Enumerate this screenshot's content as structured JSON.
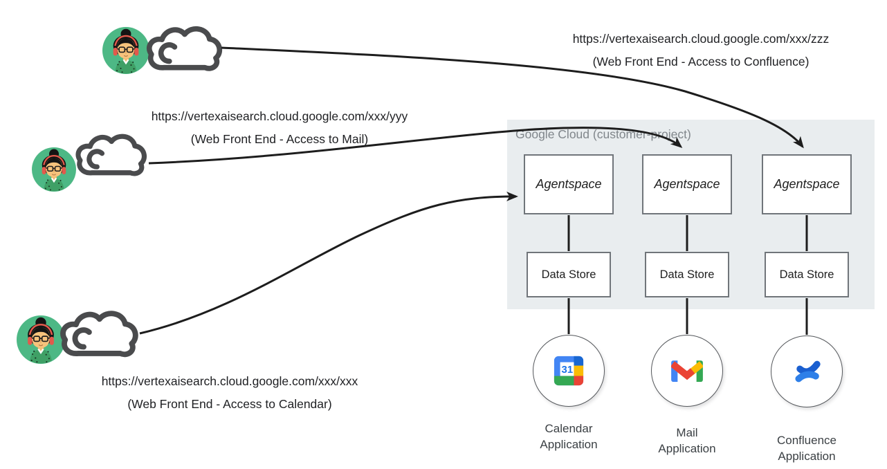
{
  "users": [
    {
      "id": "confluence-user",
      "url": "https://vertexaisearch.cloud.google.com/xxx/zzz",
      "caption": "(Web Front End - Access to Confluence)"
    },
    {
      "id": "mail-user",
      "url": "https://vertexaisearch.cloud.google.com/xxx/yyy",
      "caption": "(Web Front End - Access to Mail)"
    },
    {
      "id": "calendar-user",
      "url": "https://vertexaisearch.cloud.google.com/xxx/xxx",
      "caption": "(Web Front End - Access to Calendar)"
    }
  ],
  "google_cloud": {
    "label": "Google Cloud (customer-project)"
  },
  "stacks": [
    {
      "agent": "Agentspace",
      "store": "Data Store",
      "app_line1": "Calendar",
      "app_line2": "Application",
      "icon": "google-calendar-icon"
    },
    {
      "agent": "Agentspace",
      "store": "Data Store",
      "app_line1": "Mail",
      "app_line2": "Application",
      "icon": "gmail-icon"
    },
    {
      "agent": "Agentspace",
      "store": "Data Store",
      "app_line1": "Confluence",
      "app_line2": "Application",
      "icon": "confluence-icon"
    }
  ],
  "calendar_icon_day": "31",
  "colors": {
    "google_blue": "#4285F4",
    "google_red": "#EA4335",
    "google_yellow": "#FBBC04",
    "google_green": "#34A853",
    "calendar_dark_blue": "#1967D2",
    "confluence_blue": "#1A5FD0",
    "cloud_outline": "#4A4B4D",
    "avatar_green": "#4DB885",
    "container_bg": "#E9EDEF",
    "container_label_gray": "#80868B",
    "line_black": "#1D1D1D"
  }
}
